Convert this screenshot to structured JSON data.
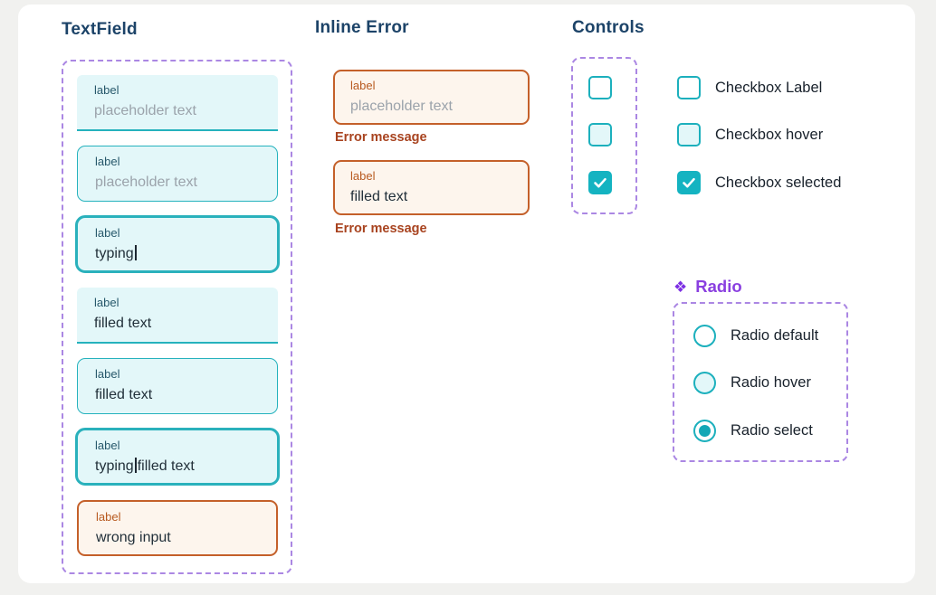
{
  "colors": {
    "teal_accent": "#25b2bd",
    "teal_selected_fill": "#14b3c1",
    "cyan_surface": "#e3f7f9",
    "error_border": "#c4602a",
    "error_text": "#a8431f",
    "error_surface": "#fdf5ed",
    "heading_navy": "#1c4368",
    "purple_accent": "#8a3fe0",
    "purple_dash_border": "#ab87e3",
    "placeholder_gray": "#9ba3ab",
    "text_dark": "#22303a",
    "page_background": "#f1f1ef"
  },
  "icons": {
    "check": "check-icon",
    "component": "component-diamond-icon"
  },
  "textfield": {
    "title": "TextField",
    "fields": [
      {
        "label": "label",
        "value": "placeholder text",
        "state": "default placeholder"
      },
      {
        "label": "label",
        "value": "placeholder text",
        "state": "hover placeholder"
      },
      {
        "label": "label",
        "value": "typing",
        "state": "typing with cursor"
      },
      {
        "label": "label",
        "value": "filled text",
        "state": "default filled"
      },
      {
        "label": "label",
        "value": "filled text",
        "state": "hover filled"
      },
      {
        "label": "label",
        "before": "typing",
        "after": "filled text",
        "state": "typing cursor inside filled"
      },
      {
        "label": "label",
        "value": "wrong input",
        "state": "error"
      }
    ]
  },
  "inline_error": {
    "title": "Inline Error",
    "fields": [
      {
        "label": "label",
        "value": "placeholder text",
        "message": "Error message"
      },
      {
        "label": "label",
        "value": "filled text",
        "message": "Error message"
      }
    ]
  },
  "controls": {
    "title": "Controls",
    "items": [
      {
        "label": "Checkbox Label",
        "state": "default"
      },
      {
        "label": "Checkbox hover",
        "state": "hover"
      },
      {
        "label": "Checkbox selected",
        "state": "selected"
      }
    ]
  },
  "radio": {
    "title": "Radio",
    "icon_glyph": "❖",
    "items": [
      {
        "label": "Radio default",
        "state": "default"
      },
      {
        "label": "Radio hover",
        "state": "hover"
      },
      {
        "label": "Radio select",
        "state": "selected"
      }
    ]
  }
}
